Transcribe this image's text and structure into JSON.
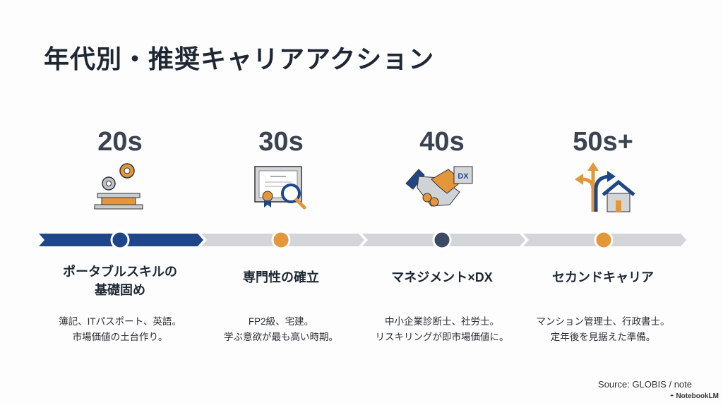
{
  "title": "年代別・推奨キャリアアクション",
  "colors": {
    "navy": "#1f4788",
    "orange": "#e3963a",
    "gray": "#d3d5d9",
    "dark": "#3d4a63"
  },
  "stages": [
    {
      "age": "20s",
      "icon": "gears-icon",
      "heading": "ポータブルスキルの基礎固め",
      "heading_lines": [
        "ポータブルスキルの",
        "基礎固め"
      ],
      "desc_lines": [
        "簿記、ITパスポート、英語。",
        "市場価値の土台作り。"
      ],
      "active": true
    },
    {
      "age": "30s",
      "icon": "certificate-search-icon",
      "heading": "専門性の確立",
      "desc_lines": [
        "FP2級、宅建。",
        "学ぶ意欲が最も高い時期。"
      ],
      "active": false
    },
    {
      "age": "40s",
      "icon": "handshake-dx-icon",
      "heading": "マネジメント×DX",
      "desc_lines": [
        "中小企業診断士、社労士。",
        "リスキリングが即市場価値に。"
      ],
      "active": false
    },
    {
      "age": "50s+",
      "icon": "crossroads-home-icon",
      "heading": "セカンドキャリア",
      "desc_lines": [
        "マンション管理士、行政書士。",
        "定年後を見据えた準備。"
      ],
      "active": false
    }
  ],
  "source": "Source: GLOBIS / note",
  "brand": "NotebookLM"
}
